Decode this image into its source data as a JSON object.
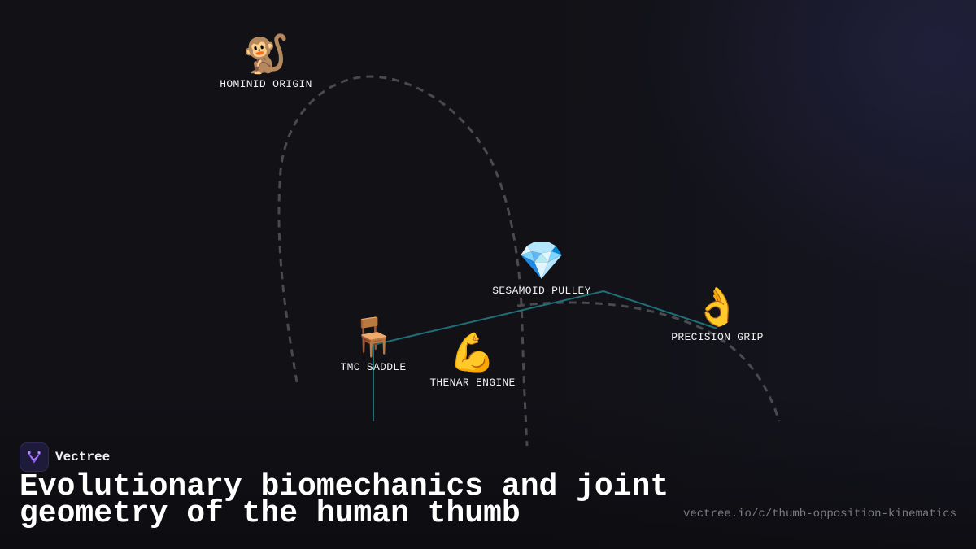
{
  "nodes": [
    {
      "id": "hominid-origin",
      "label": "HOMINID ORIGIN",
      "icon": "monkey-icon",
      "glyph": "🐒"
    },
    {
      "id": "tmc-saddle",
      "label": "TMC SADDLE",
      "icon": "chair-icon",
      "glyph": "🪑"
    },
    {
      "id": "thenar-engine",
      "label": "THENAR ENGINE",
      "icon": "flexed-biceps-icon",
      "glyph": "💪"
    },
    {
      "id": "sesamoid-pulley",
      "label": "SESAMOID PULLEY",
      "icon": "gem-icon",
      "glyph": "💎"
    },
    {
      "id": "precision-grip",
      "label": "PRECISION GRIP",
      "icon": "ok-hand-icon",
      "glyph": "👌"
    }
  ],
  "colors": {
    "background": "#111116",
    "dashed_path": "#4a4a4e",
    "connector": "#1f6f78",
    "label": "#f2f2f2",
    "url": "#7a7a80",
    "brand_accent": "#8a5cf6"
  },
  "brand": {
    "name": "Vectree",
    "icon": "vectree-logo-icon"
  },
  "title_line1": "Evolutionary biomechanics and joint",
  "title_line2": "geometry of the human thumb",
  "url": "vectree.io/c/thumb-opposition-kinematics"
}
